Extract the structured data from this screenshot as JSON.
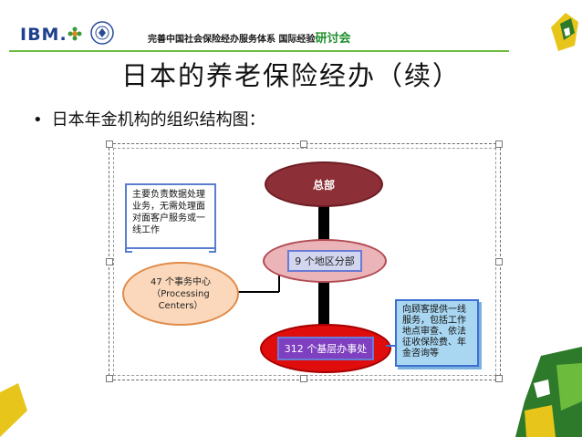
{
  "header": {
    "logo_text": "IBM.",
    "banner_text": "完善中国社会保险经办服务体系 国际经验",
    "banner_accent": "研讨会",
    "accent_color": "#6dbb3c"
  },
  "slide": {
    "title": "日本的养老保险经办（续）",
    "bullet": "日本年金机构的组织结构图："
  },
  "chart": {
    "nodes": {
      "hq": "总部",
      "regional": "9 个地区分部",
      "local": "312 个基层办事处",
      "processing_line1": "47 个事务中心",
      "processing_line2": "（Processing",
      "processing_line3": "Centers）"
    },
    "notes": {
      "processing_note": "主要负责数据处理业务，无需处理面对面客户服务或一线工作",
      "service_note": "向顾客提供一线服务，包括工作地点审查、依法征收保险费、年金咨询等"
    }
  }
}
